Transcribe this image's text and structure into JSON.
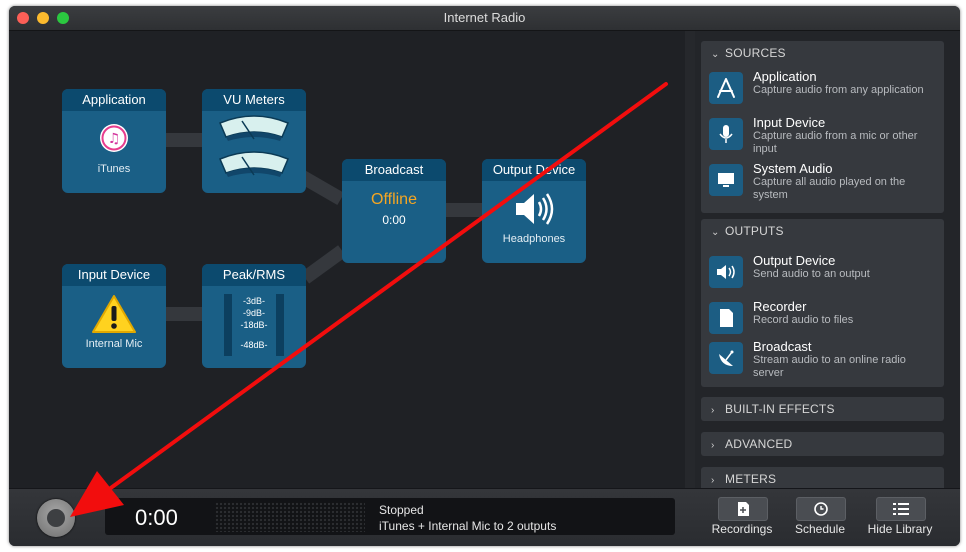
{
  "window": {
    "title": "Internet Radio"
  },
  "nodes": {
    "application": {
      "title": "Application",
      "label": "iTunes"
    },
    "vu_meters": {
      "title": "VU Meters"
    },
    "broadcast": {
      "title": "Broadcast",
      "status": "Offline",
      "time": "0:00"
    },
    "output_device": {
      "title": "Output Device",
      "label": "Headphones"
    },
    "input_device": {
      "title": "Input Device",
      "label": "Internal Mic"
    },
    "peak_rms": {
      "title": "Peak/RMS",
      "scale": [
        "-3dB-",
        "-9dB-",
        "-18dB-",
        "-48dB-"
      ]
    }
  },
  "sidebar": {
    "sources": {
      "header": "SOURCES",
      "items": [
        {
          "title": "Application",
          "desc": "Capture audio from any application",
          "icon": "app-store-icon"
        },
        {
          "title": "Input Device",
          "desc": "Capture audio from a mic or other input",
          "icon": "microphone-icon"
        },
        {
          "title": "System Audio",
          "desc": "Capture all audio played on the system",
          "icon": "monitor-icon"
        }
      ]
    },
    "outputs": {
      "header": "OUTPUTS",
      "items": [
        {
          "title": "Output Device",
          "desc": "Send audio to an output",
          "icon": "speaker-icon"
        },
        {
          "title": "Recorder",
          "desc": "Record audio to files",
          "icon": "document-icon"
        },
        {
          "title": "Broadcast",
          "desc": "Stream audio to an online radio server",
          "icon": "satellite-dish-icon"
        }
      ]
    },
    "built_in_effects": {
      "header": "BUILT-IN EFFECTS"
    },
    "advanced": {
      "header": "ADVANCED"
    },
    "meters": {
      "header": "METERS"
    }
  },
  "bottom": {
    "time": "0:00",
    "status": "Stopped",
    "detail": "iTunes + Internal Mic to 2 outputs",
    "buttons": {
      "recordings": "Recordings",
      "schedule": "Schedule",
      "hide_library": "Hide Library"
    }
  },
  "colors": {
    "node_blue": "#1a5f86",
    "node_header": "#0c4a6e",
    "offline_orange": "#f5a623",
    "arrow_red": "#f20d0d"
  }
}
